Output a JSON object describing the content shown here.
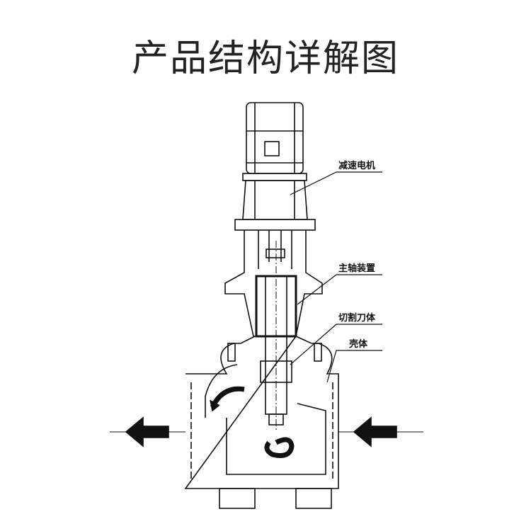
{
  "title": "产品结构详解图",
  "labels": {
    "motor": "减速电机",
    "spindle": "主轴装置",
    "cutter": "切割刀体",
    "housing": "壳体"
  }
}
